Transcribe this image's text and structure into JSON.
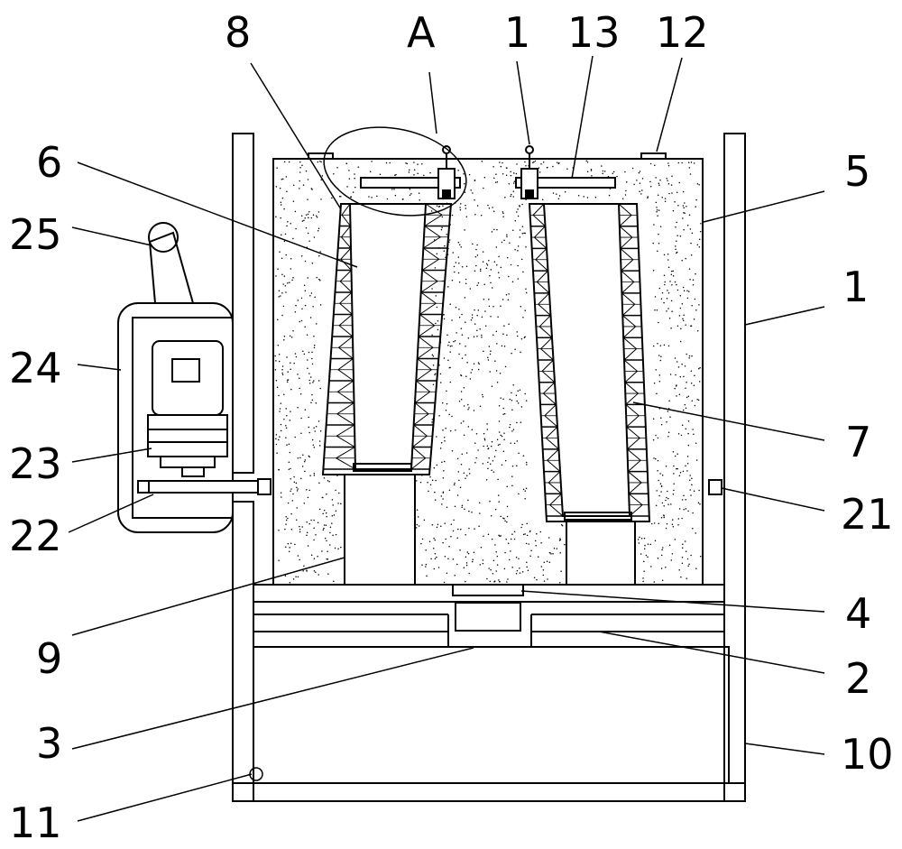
{
  "figure": {
    "callouts": {
      "n8": "8",
      "nA": "A",
      "n1top": "1",
      "n13": "13",
      "n12": "12",
      "n6": "6",
      "n5": "5",
      "n25": "25",
      "n1right": "1",
      "n24": "24",
      "n7": "7",
      "n23": "23",
      "n21": "21",
      "n22": "22",
      "n4": "4",
      "n9": "9",
      "n2": "2",
      "n3": "3",
      "n10": "10",
      "n11": "11"
    }
  },
  "colors": {
    "line": "#000000",
    "background": "#ffffff",
    "speckle": "#000000"
  }
}
